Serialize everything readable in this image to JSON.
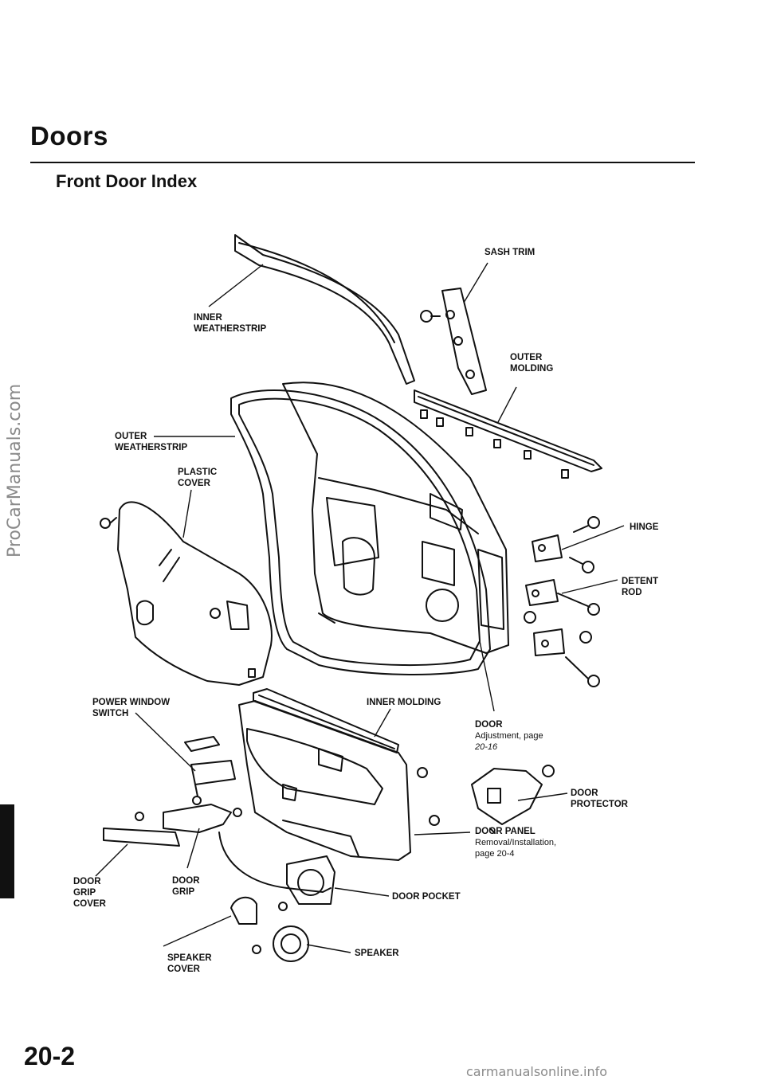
{
  "header": {
    "title": "Doors",
    "subtitle": "Front Door Index"
  },
  "labels": {
    "inner_weatherstrip": [
      "INNER",
      "WEATHERSTRIP"
    ],
    "sash_trim": [
      "SASH TRIM"
    ],
    "outer_molding": [
      "OUTER",
      "MOLDING"
    ],
    "outer_weatherstrip": [
      "OUTER",
      "WEATHERSTRIP"
    ],
    "plastic_cover": [
      "PLASTIC",
      "COVER"
    ],
    "hinge": [
      "HINGE"
    ],
    "detent_rod": [
      "DETENT",
      "ROD"
    ],
    "power_window_switch": [
      "POWER WINDOW",
      "SWITCH"
    ],
    "inner_molding": [
      "INNER MOLDING"
    ],
    "door": {
      "title": "DOOR",
      "note1": "Adjustment, page",
      "note2": "20-16"
    },
    "door_protector": [
      "DOOR",
      "PROTECTOR"
    ],
    "door_panel": {
      "title": "DOOR PANEL",
      "note1": "Removal/Installation,",
      "note2": "page 20-4"
    },
    "door_grip_cover": [
      "DOOR",
      "GRIP",
      "COVER"
    ],
    "door_grip": [
      "DOOR",
      "GRIP"
    ],
    "door_pocket": [
      "DOOR POCKET"
    ],
    "speaker_cover": [
      "SPEAKER",
      "COVER"
    ],
    "speaker": [
      "SPEAKER"
    ]
  },
  "page_number": "20-2",
  "watermarks": {
    "side": "ProCarManuals.com",
    "bottom": "carmanualsonline.info"
  }
}
